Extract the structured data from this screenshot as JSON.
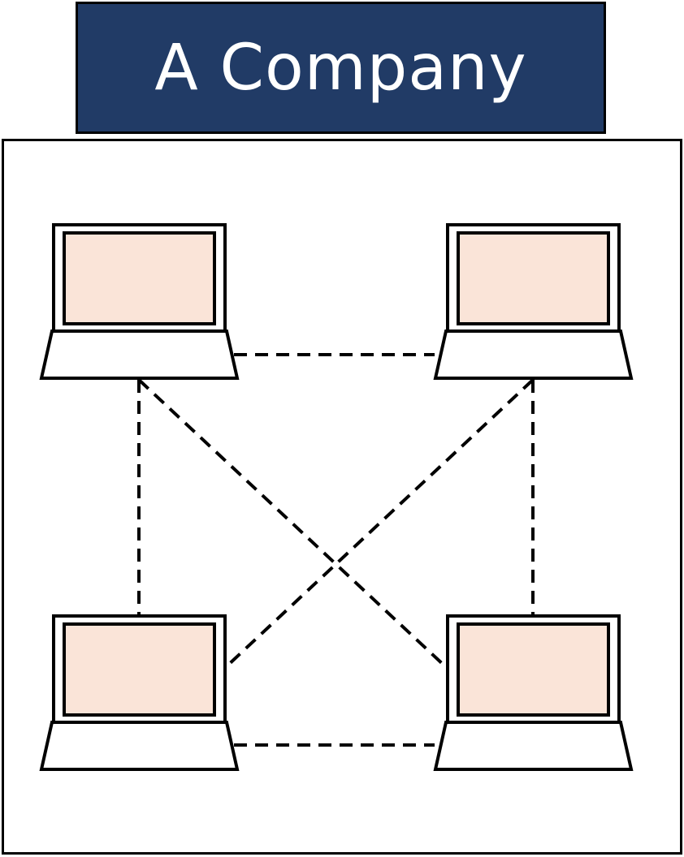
{
  "title": {
    "text": "A Company",
    "background_color": "#213b66",
    "text_color": "#ffffff"
  },
  "laptops": [
    {
      "name": "laptop-top-left",
      "screen_color": "#fae4d8"
    },
    {
      "name": "laptop-top-right",
      "screen_color": "#fae4d8"
    },
    {
      "name": "laptop-bottom-left",
      "screen_color": "#fae4d8"
    },
    {
      "name": "laptop-bottom-right",
      "screen_color": "#fae4d8"
    }
  ],
  "connections": {
    "style": "dashed",
    "color": "#000000",
    "links": [
      {
        "from": "laptop-top-left",
        "to": "laptop-top-right"
      },
      {
        "from": "laptop-bottom-left",
        "to": "laptop-bottom-right"
      },
      {
        "from": "laptop-top-left",
        "to": "laptop-bottom-left"
      },
      {
        "from": "laptop-top-right",
        "to": "laptop-bottom-right"
      },
      {
        "from": "laptop-top-left",
        "to": "laptop-bottom-right"
      },
      {
        "from": "laptop-top-right",
        "to": "laptop-bottom-left"
      }
    ]
  }
}
